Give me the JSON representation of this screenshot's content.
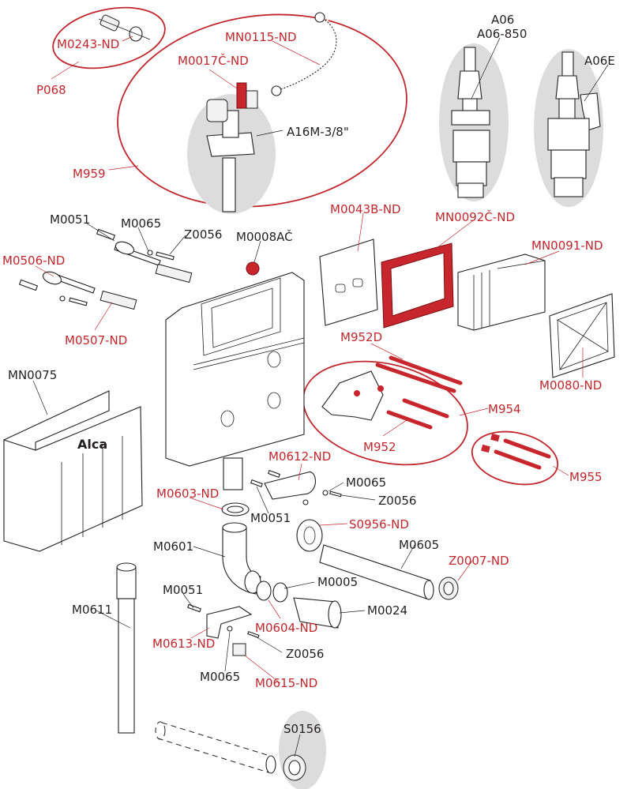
{
  "title": "Concealed cistern exploded parts diagram",
  "colors": {
    "highlight_red": "#c0272d",
    "text_black": "#231f20",
    "halo_gray": "#dcdcdc"
  },
  "brand_logo": "Alca",
  "labels": {
    "m0243nd": "M0243-ND",
    "p068": "P068",
    "mn0115nd": "MN0115-ND",
    "m0017cnd": "M0017Č-ND",
    "a16m": "A16M-3/8\"",
    "m959": "M959",
    "a06": "A06",
    "a06_850": "A06-850",
    "a06e": "A06E",
    "m0051_top": "M0051",
    "m0065_top": "M0065",
    "z0056_top": "Z0056",
    "m0008ac": "M0008AČ",
    "m0506nd": "M0506-ND",
    "m0507nd": "M0507-ND",
    "m0043bnd": "M0043B-ND",
    "mn0092cnd": "MN0092Č-ND",
    "mn0091nd": "MN0091-ND",
    "m952d": "M952D",
    "m0080nd": "M0080-ND",
    "m954": "M954",
    "m952": "M952",
    "m955": "M955",
    "mn0075": "MN0075",
    "m0612nd": "M0612-ND",
    "m0603nd": "M0603-ND",
    "m0051_mid": "M0051",
    "m0065_mid": "M0065",
    "z0056_mid": "Z0056",
    "s0956nd": "S0956-ND",
    "m0601": "M0601",
    "m0605": "M0605",
    "z0007nd": "Z0007-ND",
    "m0005": "M0005",
    "m0024": "M0024",
    "m0051_low": "M0051",
    "m0604nd": "M0604-ND",
    "m0611": "M0611",
    "m0613nd": "M0613-ND",
    "z0056_low": "Z0056",
    "m0065_low": "M0065",
    "m0615nd": "M0615-ND",
    "s0156": "S0156"
  }
}
